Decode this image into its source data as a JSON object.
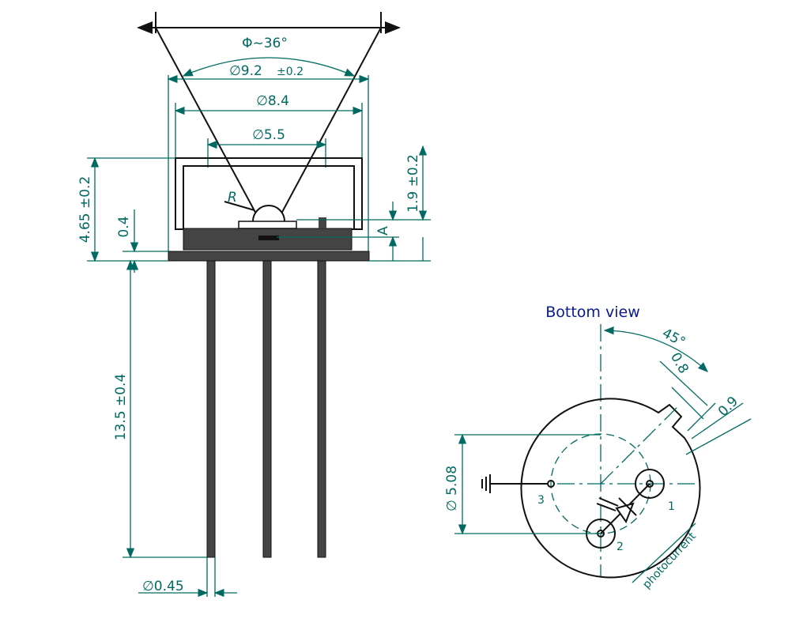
{
  "side_view": {
    "beam_angle": "Φ~36°",
    "dia_outer": "∅9.2",
    "dia_outer_tol": "±0.2",
    "dia_cap": "∅8.4",
    "dia_window": "∅5.5",
    "height_total": "4.65 ±0.2",
    "flange": "0.4",
    "lead_length": "13.5 ±0.4",
    "lead_dia": "∅0.45",
    "chip_height": "1.9 ±0.2",
    "ref_a": "A",
    "lens_radius": "R"
  },
  "bottom_view": {
    "title": "Bottom view",
    "angle": "45°",
    "tab_width": "0.8",
    "tab_length": "0.9",
    "pitch_circle": "∅ 5.08",
    "pin1": "1",
    "pin2": "2",
    "pin3": "3",
    "signal": "photocurrent"
  },
  "colors": {
    "dimension": "#006a62",
    "title": "#0a1a8a",
    "body": "#444444"
  }
}
